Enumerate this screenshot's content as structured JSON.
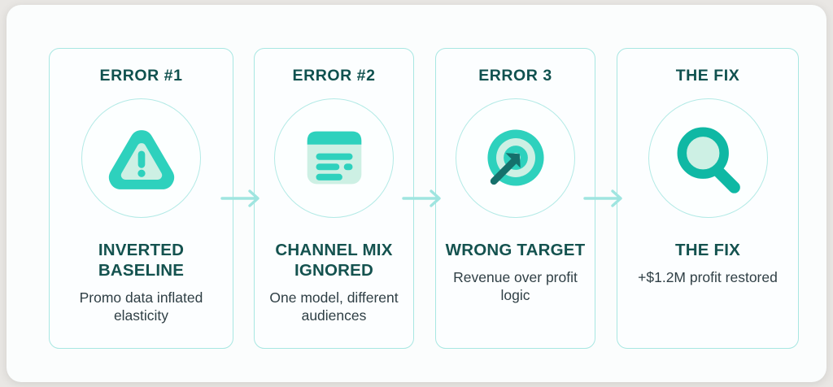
{
  "theme": {
    "page_background": "#e9e7e4",
    "panel_background": "#fbfdfd",
    "card_border": "#a8e7e2",
    "accent_teal": "#2ed1bd",
    "accent_teal_dark": "#0fb8a4",
    "accent_mint": "#c9f0e5",
    "heading_color": "#10514f",
    "body_color": "#2f3f45",
    "arrow_color": "#9fe5e0"
  },
  "flow": {
    "steps": [
      {
        "eyebrow": "ERROR #1",
        "icon": "warning-triangle-icon",
        "title": "INVERTED BASELINE",
        "description": "Promo data inflated elasticity"
      },
      {
        "eyebrow": "ERROR #2",
        "icon": "document-lines-icon",
        "title": "CHANNEL MIX IGNORED",
        "description": "One model, different audiences"
      },
      {
        "eyebrow": "ERROR 3",
        "icon": "target-arrow-icon",
        "title": "WRONG TARGET",
        "description": "Revenue over profit logic"
      },
      {
        "eyebrow": "THE FIX",
        "icon": "magnifier-icon",
        "title": "THE FIX",
        "description": "+$1.2M profit restored"
      }
    ],
    "connectors": [
      {
        "name": "arrow-right-icon"
      },
      {
        "name": "arrow-right-icon"
      },
      {
        "name": "arrow-right-icon"
      }
    ]
  }
}
